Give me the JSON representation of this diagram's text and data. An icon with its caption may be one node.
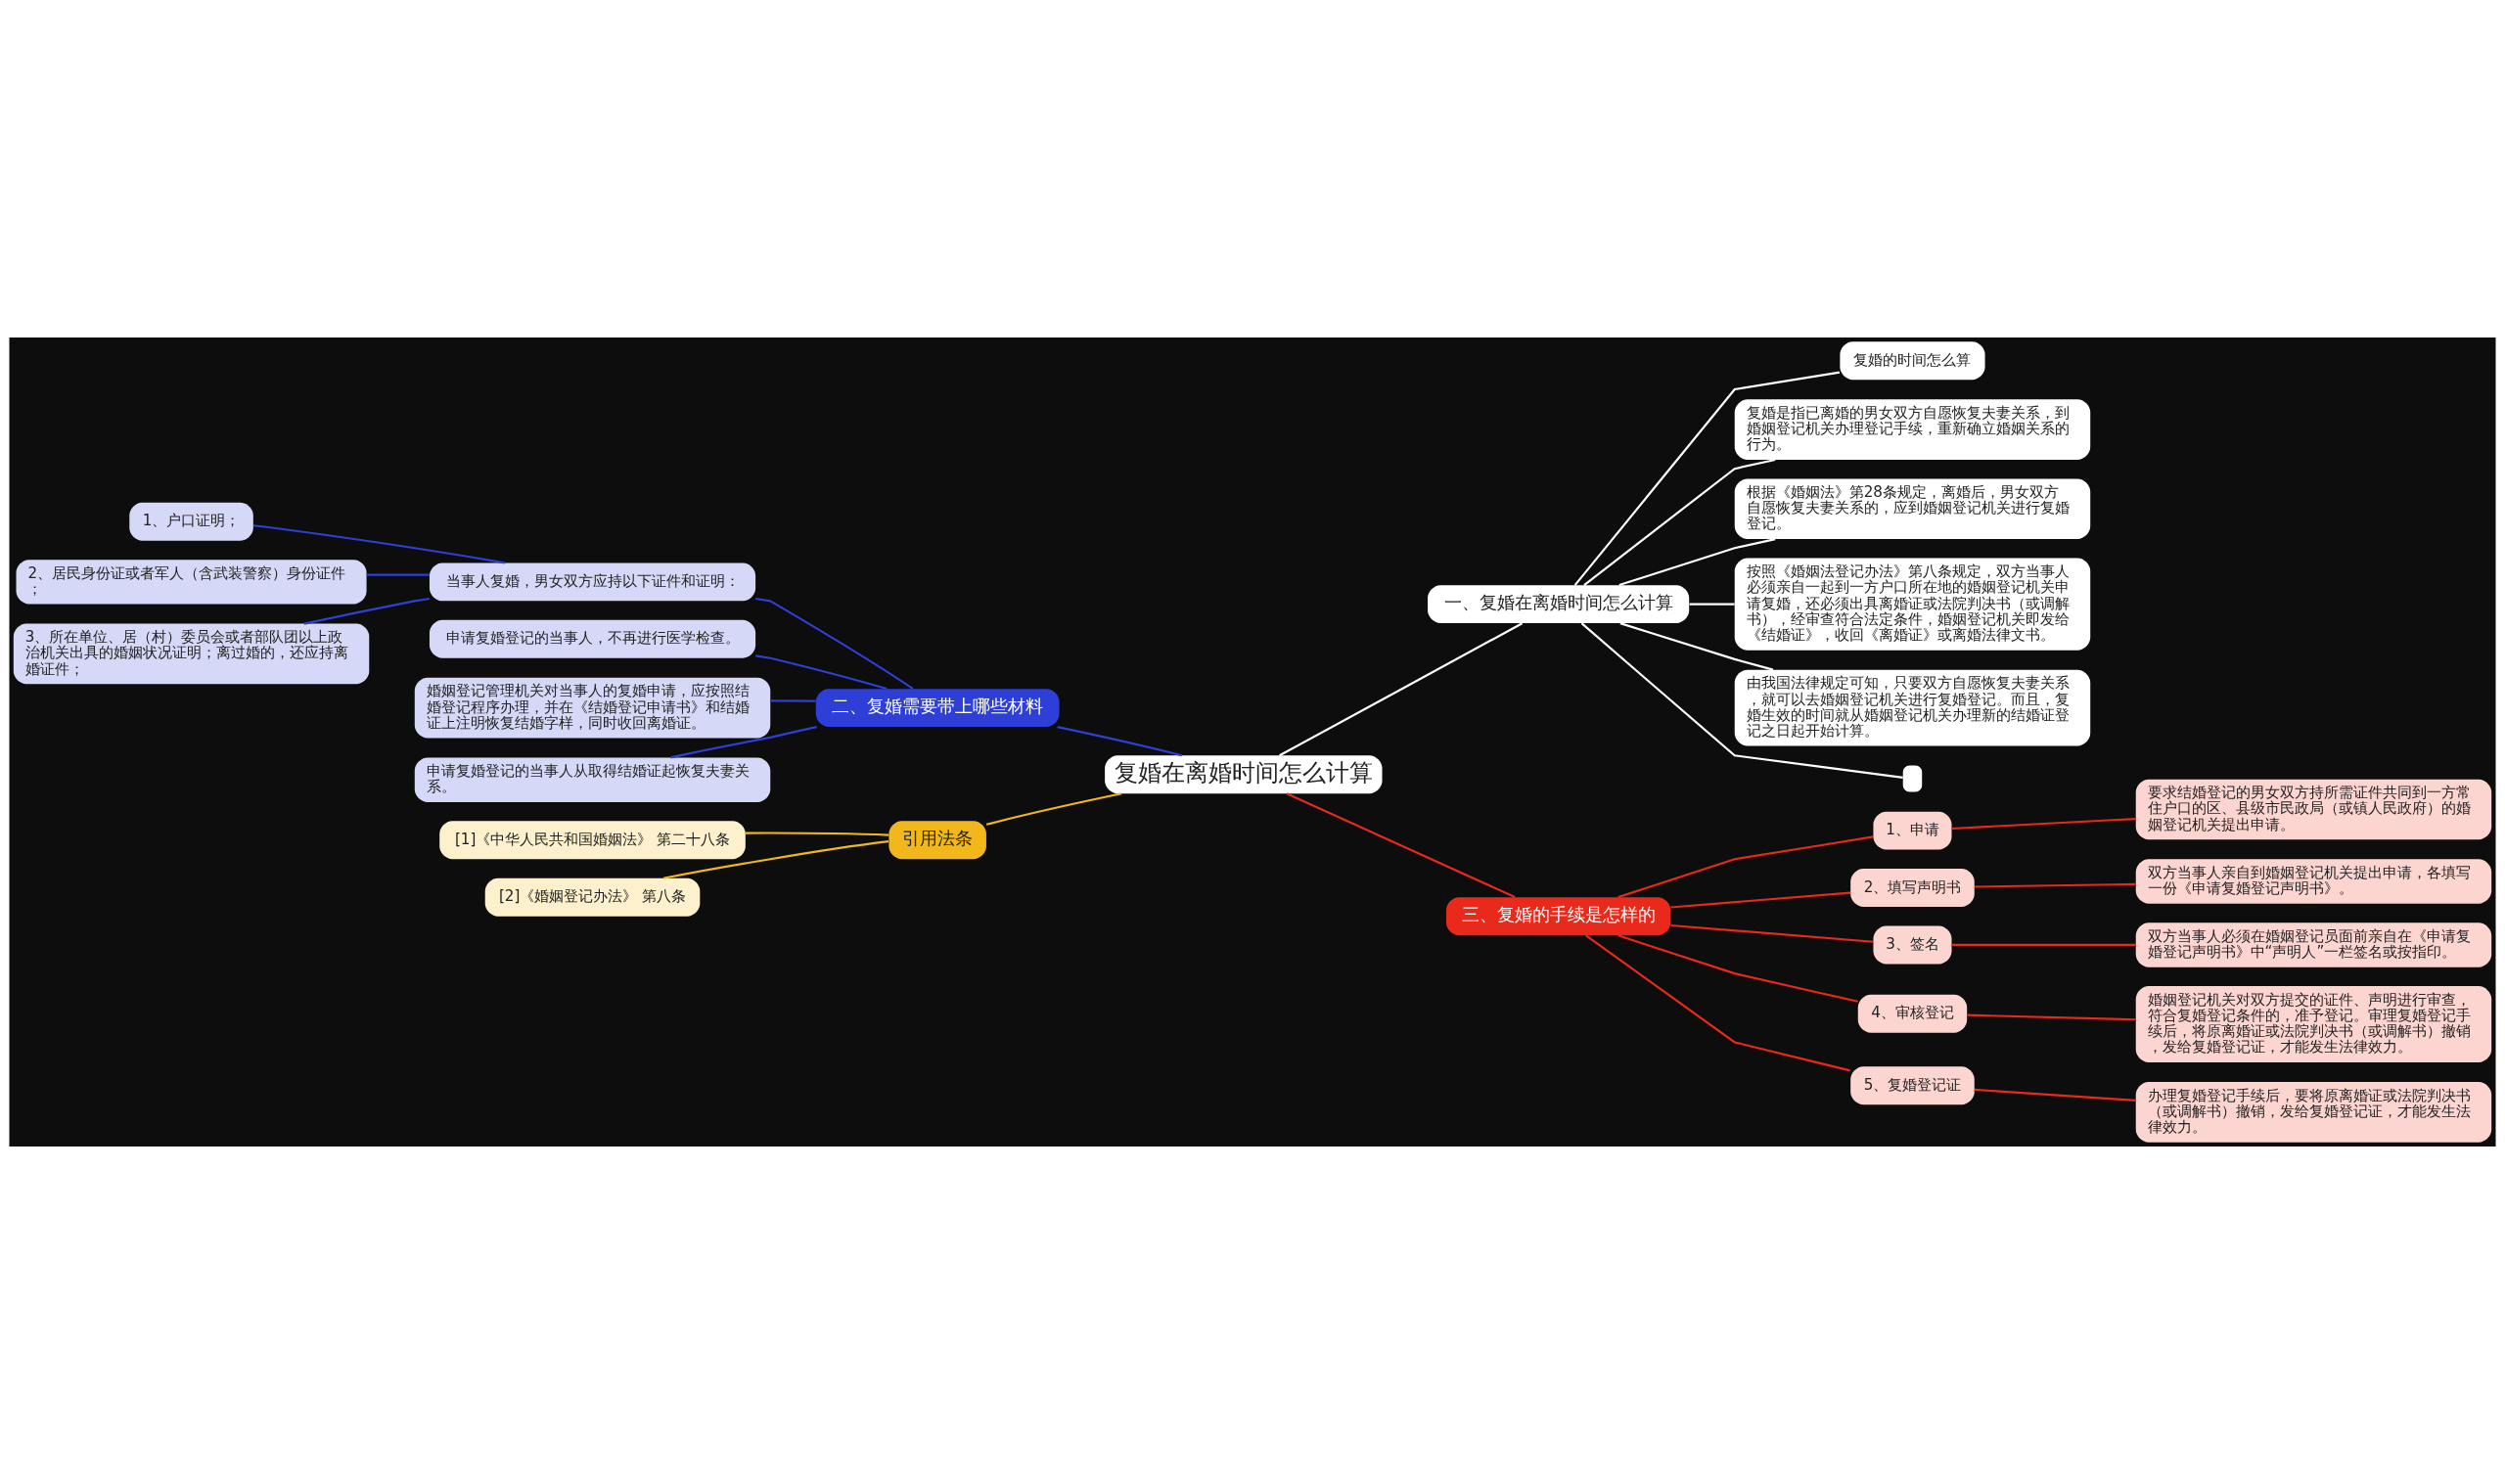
{
  "diagram": {
    "nodes": [
      {
        "text": [
          "复婚在离婚时间怎么计算"
        ]
      },
      {
        "text": [
          "一、复婚在离婚时间怎么计算"
        ]
      },
      {
        "text": [
          "复婚的时间怎么算"
        ]
      },
      {
        "text": [
          "复婚是指已离婚的男女双方自愿恢复夫妻关系，到婚姻登记机关办理登记手续，重新确立婚姻关系的行为。"
        ]
      },
      {
        "text": [
          "根据《婚姻法》第28条规定，离婚后，男女双方自愿恢复夫妻关系的，应到婚姻登记机关进行复婚登记。"
        ]
      },
      {
        "text": [
          "按照《婚姻法登记办法》第八条规定，双方当事人必须亲自一起到一方户口所在地的婚姻登记机关申请复婚，还必须出具离婚证或法院判决书（或调解书），经审查符合法定条件，婚姻登记机关即发给《结婚证》，收回《离婚证》或离婚法律文书。"
        ]
      },
      {
        "text": [
          "由我国法律规定可知，只要双方自愿恢复夫妻关系，就可以去婚姻登记机关进行复婚登记。而且，复婚生效的时间就从婚姻登记机关办理新的结婚证登记之日起开始计算。"
        ]
      },
      {
        "text": [],
        "shape": "box"
      },
      {
        "text": [
          "三、复婚的手续是怎样的"
        ]
      },
      {
        "text": [
          "1、申请"
        ]
      },
      {
        "text": [
          "要求结婚登记的男女双方持所需证件共同到一方常住户口的区、县级市民政局（或镇人民政府）的婚姻登记机关提出申请。"
        ]
      },
      {
        "text": [
          "2、填写声明书"
        ]
      },
      {
        "text": [
          "双方当事人亲自到婚姻登记机关提出申请，各填写一份《申请复婚登记声明书》。"
        ]
      },
      {
        "text": [
          "3、签名"
        ]
      },
      {
        "text": [
          "双方当事人必须在婚姻登记员面前亲自在《申请复婚登记声明书》中“声明人”一栏签名或按指印。"
        ]
      },
      {
        "text": [
          "4、审核登记"
        ]
      },
      {
        "text": [
          "婚姻登记机关对双方提交的证件、声明进行审查，符合复婚登记条件的，准予登记。审理复婚登记手续后，将原离婚证或法院判决书（或调解书）撤销，发给复婚登记证，才能发生法律效力。"
        ]
      },
      {
        "text": [
          "5、复婚登记证"
        ]
      },
      {
        "text": [
          "办理复婚登记手续后，要将原离婚证或法院判决书（或调解书）撤销，发给复婚登记证，才能发生法律效力。"
        ]
      },
      {
        "text": [
          "二、复婚需要带上哪些材料"
        ]
      },
      {
        "text": [
          "当事人复婚，男女双方应持以下证件和证明："
        ]
      },
      {
        "text": [
          "1、户口证明；"
        ]
      },
      {
        "text": [
          "2、居民身份证或者军人（含武装警察）身份证件；"
        ]
      },
      {
        "text": [
          "3、所在单位、居（村）委员会或者部队团以上政治机关出具的婚姻状况证明；离过婚的，还应持离婚证件；"
        ]
      },
      {
        "text": [
          "申请复婚登记的当事人，不再进行医学检查。"
        ]
      },
      {
        "text": [
          "婚姻登记管理机关对当事人的复婚申请，应按照结婚登记程序办理，并在《结婚登记申请书》和结婚证上注明恢复结婚字样，同时收回离婚证。"
        ]
      },
      {
        "text": [
          "申请复婚登记的当事人从取得结婚证起恢复夫妻关系。"
        ]
      },
      {
        "text": [
          "引用法条"
        ]
      },
      {
        "text": [
          "[1]《中华人民共和国婚姻法》 第二十八条"
        ]
      },
      {
        "text": [
          "[2]《婚姻登记办法》 第八条"
        ]
      }
    ],
    "edges": [
      {
        "from": 0,
        "to": 1,
        "arrow": "none",
        "color": "#ffffff"
      },
      {
        "from": 1,
        "to": 2,
        "arrow": "none",
        "color": "#ffffff"
      },
      {
        "from": 1,
        "to": 3,
        "arrow": "none",
        "color": "#ffffff"
      },
      {
        "from": 1,
        "to": 4,
        "arrow": "none",
        "color": "#ffffff"
      },
      {
        "from": 1,
        "to": 5,
        "arrow": "none",
        "color": "#ffffff"
      },
      {
        "from": 1,
        "to": 6,
        "arrow": "none",
        "color": "#ffffff"
      },
      {
        "from": 1,
        "to": 7,
        "arrow": "none",
        "color": "#ffffff"
      },
      {
        "from": 0,
        "to": 8,
        "arrow": "none"
      },
      {
        "from": 8,
        "to": 9,
        "arrow": "none"
      },
      {
        "from": 9,
        "to": 10,
        "arrow": "none"
      },
      {
        "from": 8,
        "to": 11,
        "arrow": "none"
      },
      {
        "from": 11,
        "to": 12,
        "arrow": "none"
      },
      {
        "from": 8,
        "to": 13,
        "arrow": "none"
      },
      {
        "from": 13,
        "to": 14,
        "arrow": "none"
      },
      {
        "from": 8,
        "to": 15,
        "arrow": "none"
      },
      {
        "from": 15,
        "to": 16,
        "arrow": "none"
      },
      {
        "from": 8,
        "to": 17,
        "arrow": "none"
      },
      {
        "from": 17,
        "to": 18,
        "arrow": "none"
      },
      {
        "from": 0,
        "to": 19,
        "arrow": "none",
        "color": "#2d3fd6"
      },
      {
        "from": 19,
        "to": 20,
        "arrow": "none",
        "color": "#2d3fd6"
      },
      {
        "from": 20,
        "to": 21,
        "arrow": "none",
        "color": "#2d3fd6"
      },
      {
        "from": 20,
        "to": 22,
        "arrow": "none",
        "color": "#2d3fd6"
      },
      {
        "from": 20,
        "to": 23,
        "arrow": "none",
        "color": "#2d3fd6"
      },
      {
        "from": 19,
        "to": 24,
        "arrow": "none",
        "color": "#2d3fd6"
      },
      {
        "from": 19,
        "to": 25,
        "arrow": "none",
        "color": "#2d3fd6"
      },
      {
        "from": 19,
        "to": 26,
        "arrow": "none",
        "color": "#2d3fd6"
      },
      {
        "from": 0,
        "to": 27,
        "arrow": "none",
        "color": "#f2b81b"
      },
      {
        "from": 27,
        "to": 28,
        "arrow": "none",
        "color": "#f2b81b"
      },
      {
        "from": 27,
        "to": 29,
        "arrow": "none",
        "color": "#f2b81b"
      }
    ]
  }
}
